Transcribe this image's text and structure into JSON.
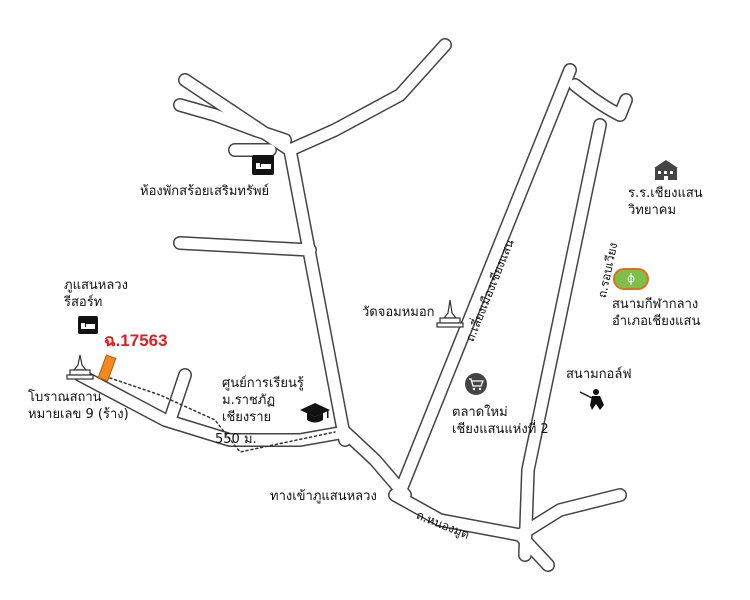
{
  "labels": {
    "hotel_top": "ห้องพักสร้อยเสริมทรัพย์",
    "phu_saen_line1": "ภูแสนหลวง",
    "phu_saen_line2": "รีสอร์ท",
    "site_code": "ฉ.17563",
    "ancient_line1": "โบราณสถาน",
    "ancient_line2": "หมายเลข 9 (ร้าง)",
    "distance": "550 ม.",
    "learning_line1": "ศูนย์การเรียนรู้",
    "learning_line2": "ม.ราชภัฏ",
    "learning_line3": "เชียงราย",
    "temple": "วัดจอมหมอก",
    "market_line1": "ตลาดใหม่",
    "market_line2": "เชียงแสนแห่งที่ 2",
    "entrance": "ทางเข้าภูแสนหลวง",
    "school_line1": "ร.ร.เชียงแสน",
    "school_line2": "วิทยาคม",
    "stadium_line1": "สนามกีฬากลาง",
    "stadium_line2": "อำเภอเชียงแสน",
    "golf": "สนามกอล์ฟ",
    "road_main": "ถ.เลี่ยงเมืองเชียงแสน",
    "road_ring": "ถ.รอบเวียง",
    "road_nong": "ถ.หนองมูต"
  },
  "icons": {
    "hotel": "bed-icon",
    "temple": "stupa-icon",
    "learning": "graduation-cap-icon",
    "market": "shopping-cart-icon",
    "school": "school-building-icon",
    "stadium": "stadium-icon",
    "golf": "golfer-icon",
    "site_marker": "site-marker"
  },
  "colors": {
    "road_outline": "#444444",
    "road_fill": "#ffffff",
    "site_marker": "#f08a1e",
    "site_code": "#e02020",
    "stadium_green": "#7cc04a",
    "stadium_border": "#e07020",
    "icon_dark": "#222222"
  }
}
